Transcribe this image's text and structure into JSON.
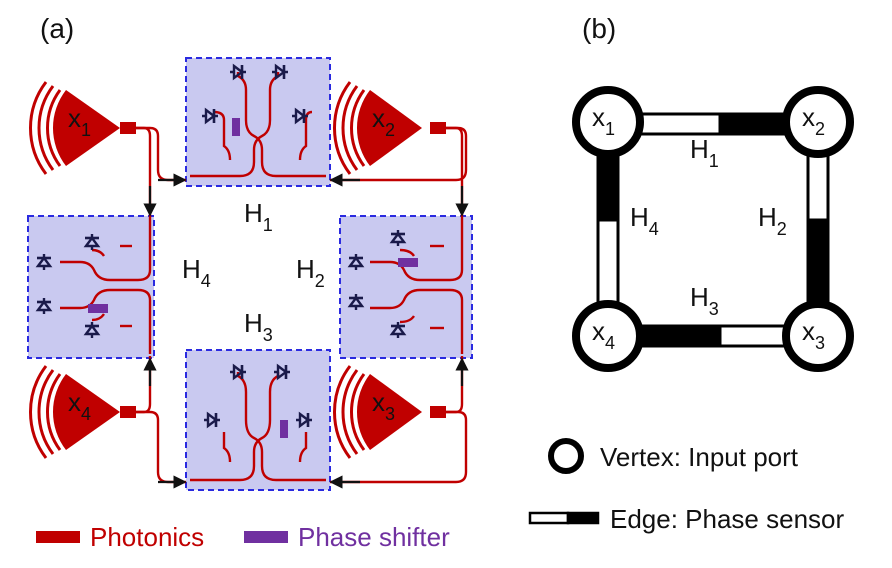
{
  "panel_a": {
    "label": "(a)",
    "nodes": [
      {
        "id": "x1",
        "base": "x",
        "sub": "1"
      },
      {
        "id": "x2",
        "base": "x",
        "sub": "2"
      },
      {
        "id": "x3",
        "base": "x",
        "sub": "3"
      },
      {
        "id": "x4",
        "base": "x",
        "sub": "4"
      }
    ],
    "faces": [
      {
        "id": "H1",
        "base": "H",
        "sub": "1"
      },
      {
        "id": "H2",
        "base": "H",
        "sub": "2"
      },
      {
        "id": "H3",
        "base": "H",
        "sub": "3"
      },
      {
        "id": "H4",
        "base": "H",
        "sub": "4"
      }
    ]
  },
  "panel_b": {
    "label": "(b)",
    "vertices": [
      {
        "id": "x1",
        "base": "x",
        "sub": "1"
      },
      {
        "id": "x2",
        "base": "x",
        "sub": "2"
      },
      {
        "id": "x3",
        "base": "x",
        "sub": "3"
      },
      {
        "id": "x4",
        "base": "x",
        "sub": "4"
      }
    ],
    "faces": [
      {
        "id": "H1",
        "base": "H",
        "sub": "1"
      },
      {
        "id": "H2",
        "base": "H",
        "sub": "2"
      },
      {
        "id": "H3",
        "base": "H",
        "sub": "3"
      },
      {
        "id": "H4",
        "base": "H",
        "sub": "4"
      }
    ],
    "legend": {
      "vertex": "Vertex: Input port",
      "edge": "Edge: Phase sensor"
    }
  },
  "legend_a": {
    "photonics": "Photonics",
    "phase_shifter": "Phase shifter"
  },
  "colors": {
    "photonics": "#c00000",
    "phase_shifter": "#7030a0",
    "chip_fill": "#c9c9f0",
    "chip_border": "#2a2ae0",
    "ink": "#111111"
  }
}
